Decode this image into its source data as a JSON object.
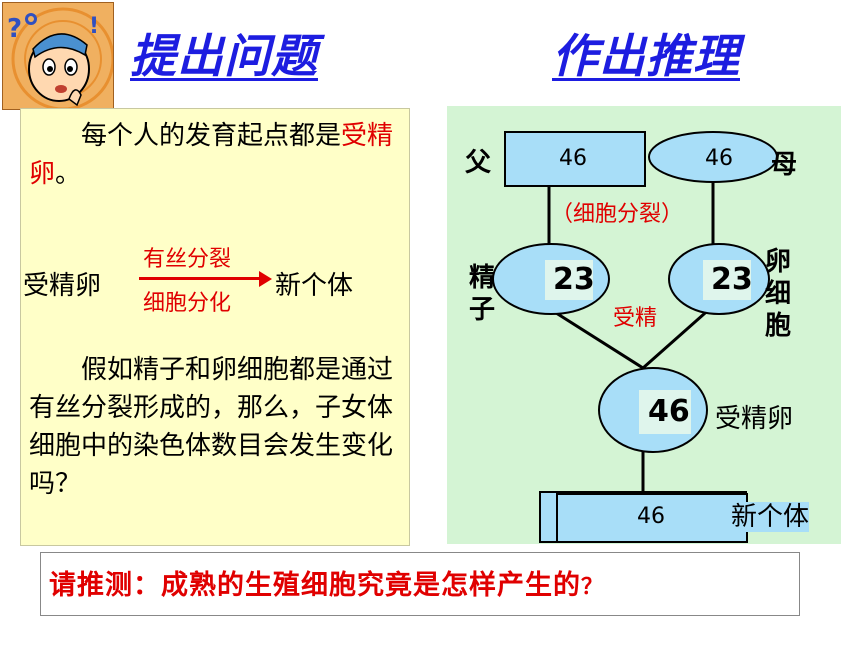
{
  "titles": {
    "left": "提出问题",
    "right": "作出推理"
  },
  "left_panel": {
    "para1_part1": "每个人的发育起点都是",
    "para1_red": "受精卵",
    "para1_end": "。",
    "eq_left": "受精卵",
    "eq_top": "有丝分裂",
    "eq_bottom": "细胞分化",
    "eq_right": "新个体",
    "para2": "假如精子和卵细胞都是通过有丝分裂形成的，那么，子女体细胞中的染色体数目会发生变化吗？"
  },
  "right_panel": {
    "father_label": "父",
    "mother_label": "母",
    "father_value": "46",
    "mother_value": "46",
    "division_label": "（细胞分裂）",
    "sperm_label": "精子",
    "egg_label": "卵细胞",
    "sperm_value": "23",
    "egg_value": "23",
    "fertilization_label": "受精",
    "zygote_value": "46",
    "zygote_label": "受精卵",
    "new_value": "46",
    "new_label": "新个体"
  },
  "question": {
    "text": "请推测：成熟的生殖细胞究竟是怎样产生的",
    "mark": "？"
  }
}
